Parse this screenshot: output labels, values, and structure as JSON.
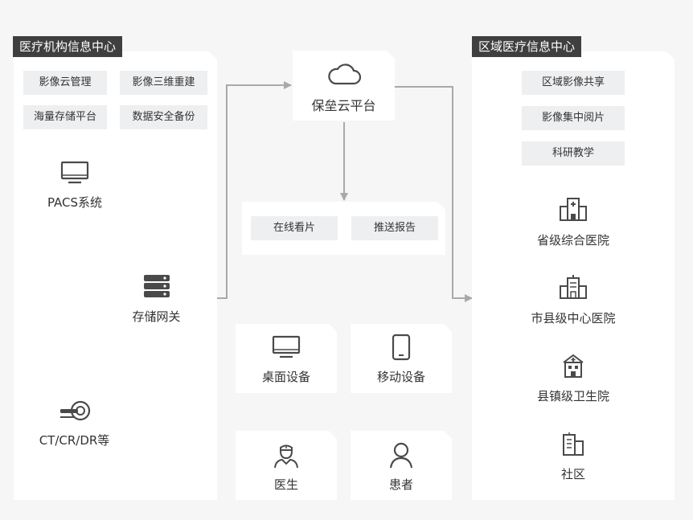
{
  "left_panel": {
    "title": "医疗机构信息中心",
    "features": [
      "影像云管理",
      "影像三维重建",
      "海量存储平台",
      "数据安全备份"
    ],
    "pacs_label": "PACS系统",
    "gateway_label": "存储网关",
    "modality_label": "CT/CR/DR等"
  },
  "cloud": {
    "label": "保垒云平台",
    "actions": [
      "在线看片",
      "推送报告"
    ]
  },
  "devices": {
    "desktop": "桌面设备",
    "mobile": "移动设备"
  },
  "users": {
    "doctor": "医生",
    "patient": "患者"
  },
  "right_panel": {
    "title": "区域医疗信息中心",
    "features": [
      "区域影像共享",
      "影像集中阅片",
      "科研教学"
    ],
    "hospitals": [
      "省级综合医院",
      "市县级中心医院",
      "县镇级卫生院",
      "社区"
    ]
  },
  "colors": {
    "title_bg": "#3f3f3f",
    "chip_bg": "#eeeff1",
    "connector": "#a9a9a9",
    "icon": "#4a4a4a"
  }
}
